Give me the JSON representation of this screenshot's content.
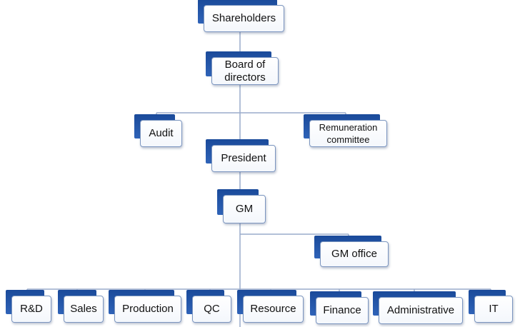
{
  "org_chart": {
    "nodes": {
      "shareholders": "Shareholders",
      "board": "Board of\ndirectors",
      "audit": "Audit",
      "remuneration": "Remuneration\ncommittee",
      "president": "President",
      "gm": "GM",
      "gm_office": "GM office",
      "rnd": "R&D",
      "sales": "Sales",
      "production": "Production",
      "qc": "QC",
      "resource": "Resource",
      "finance": "Finance",
      "administrative": "Administrative",
      "it": "IT"
    },
    "colors": {
      "connector": "#9aaccb",
      "tab": "#1f4f9f",
      "border": "#7b95bf"
    }
  }
}
